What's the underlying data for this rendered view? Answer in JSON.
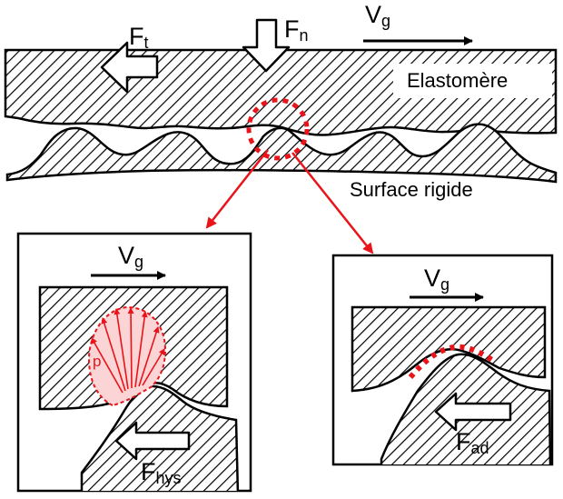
{
  "labels": {
    "ft_main": "F",
    "ft_sub": "t",
    "fn_main": "F",
    "fn_sub": "n",
    "vg_main": "V",
    "vg_sub": "g",
    "elastomere": "Elastomère",
    "surface": "Surface rigide",
    "p": "p",
    "fhys_main": "F",
    "fhys_sub": "hys",
    "fad_main": "F",
    "fad_sub": "ad"
  },
  "colors": {
    "accent_red": "#e8141a",
    "ink": "#000000",
    "background": "#ffffff"
  }
}
